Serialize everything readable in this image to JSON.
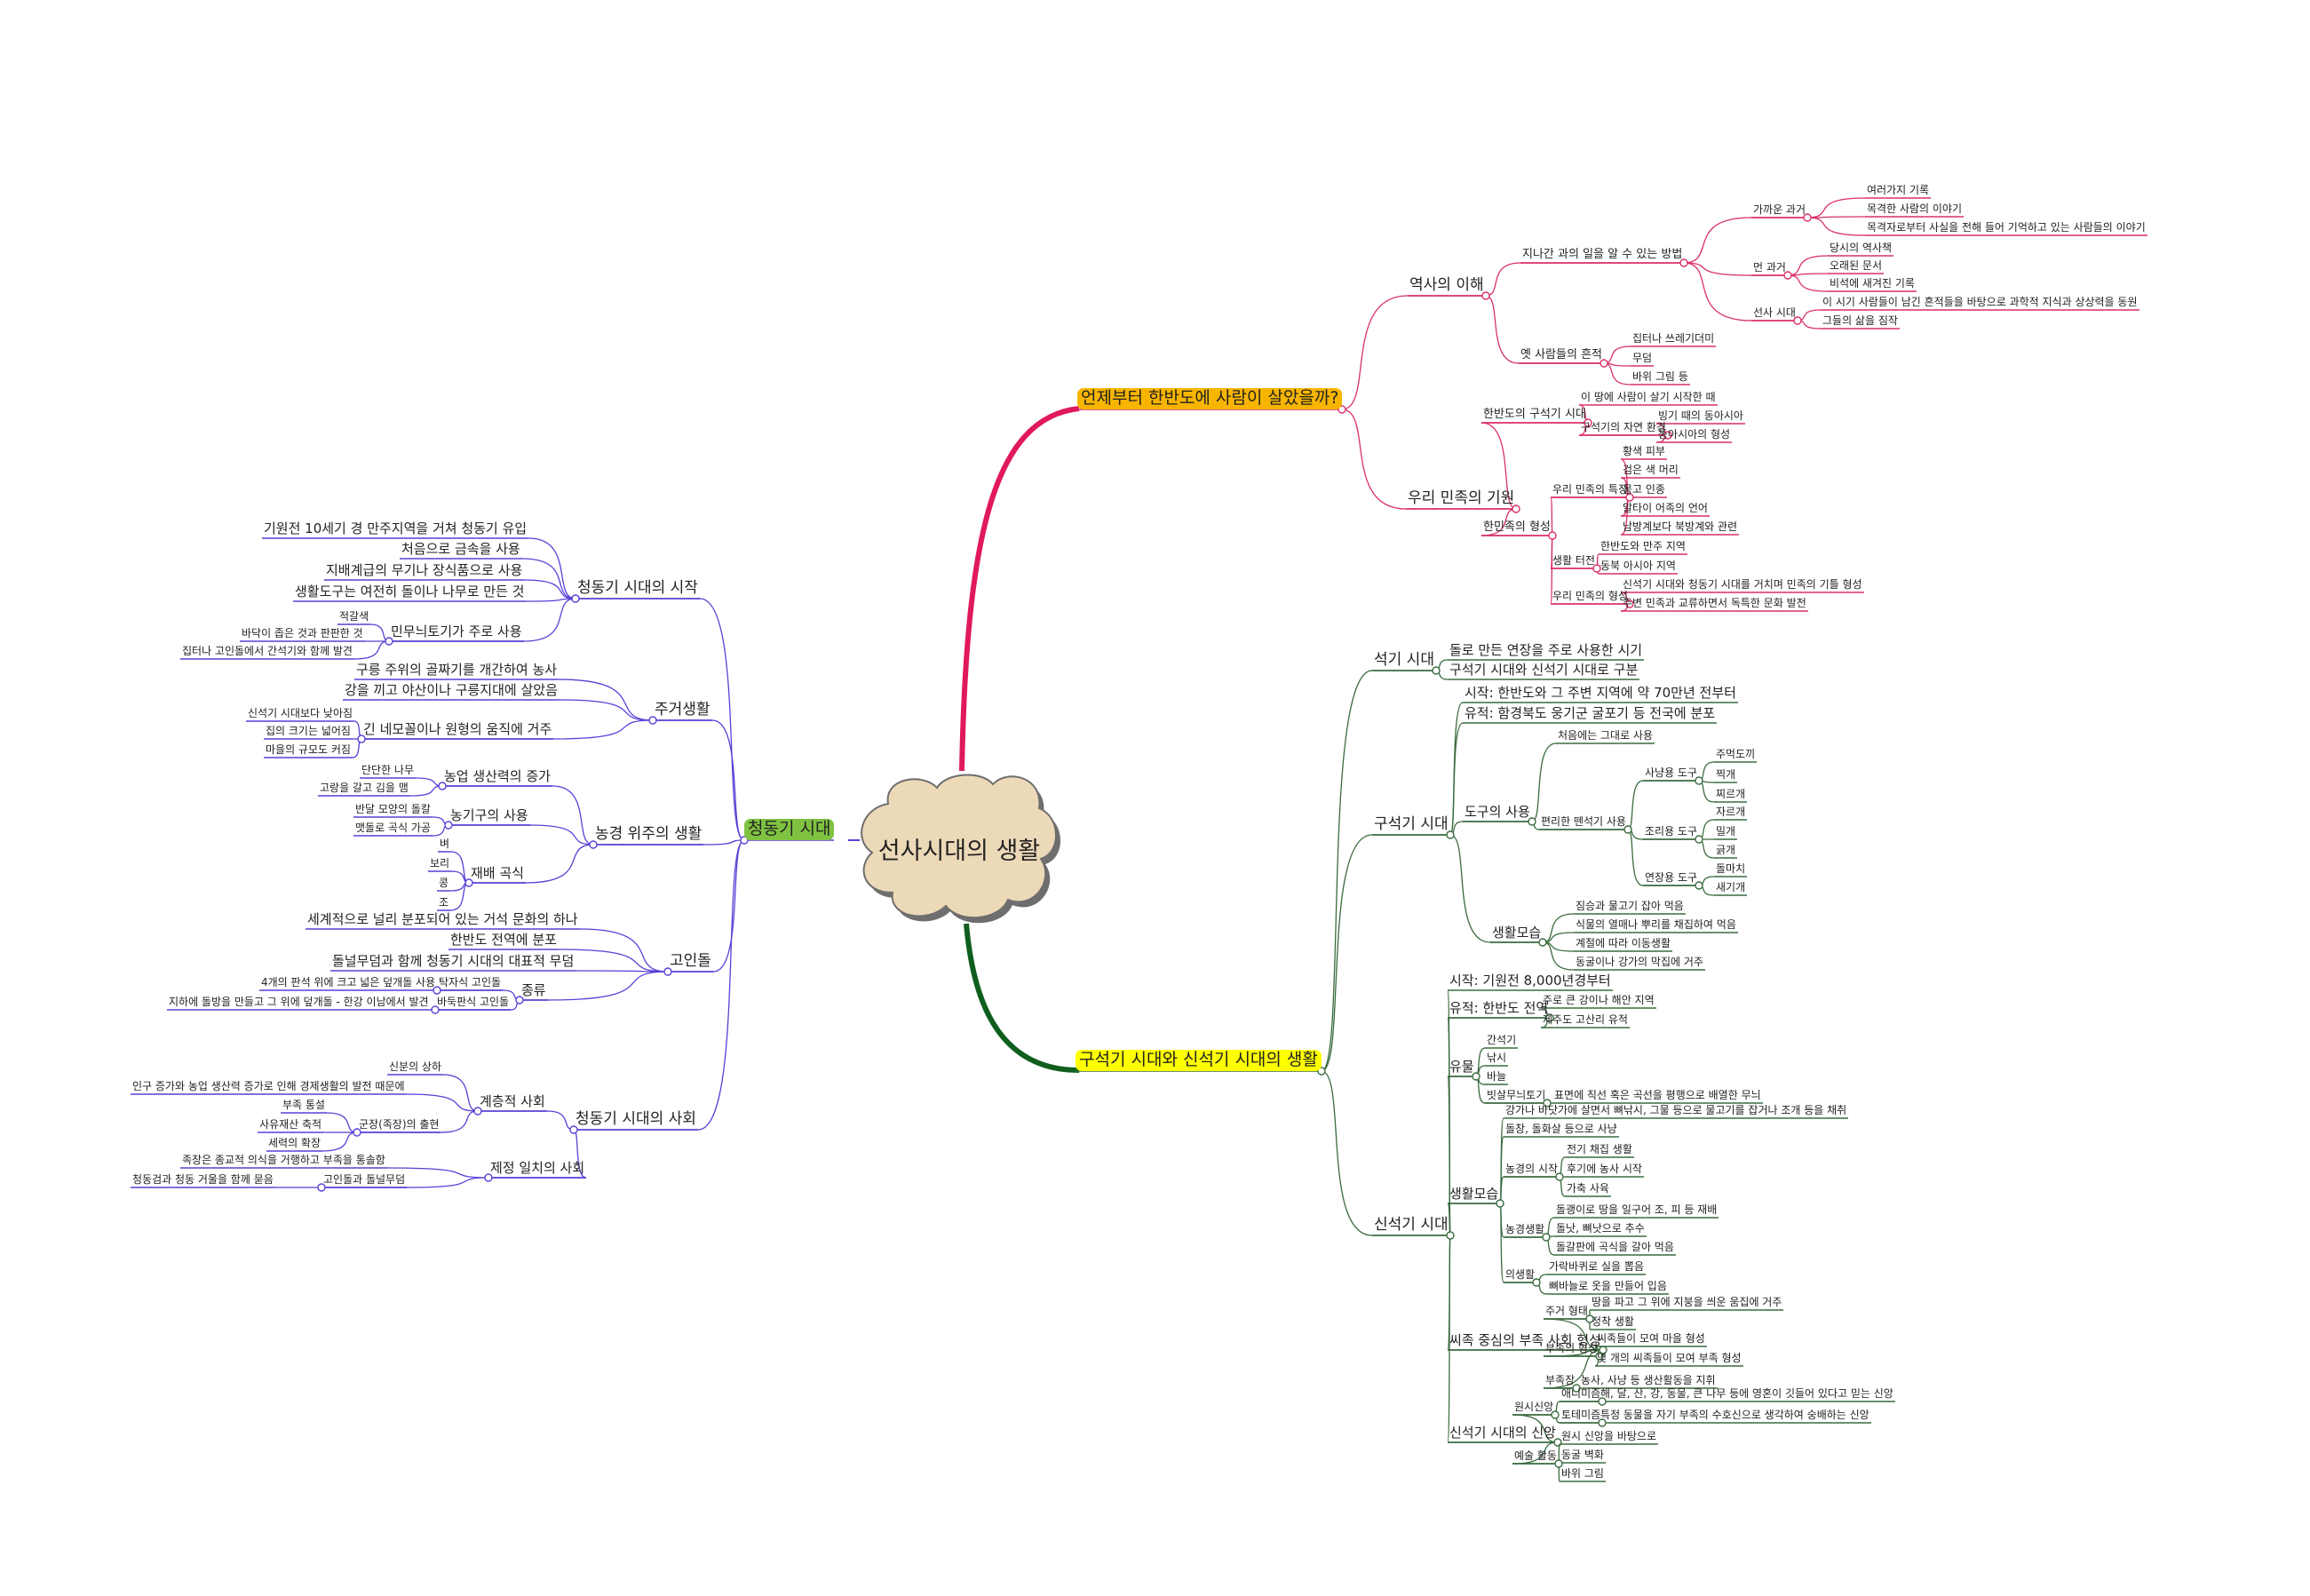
{
  "root": {
    "label": "선사시대의 생활",
    "fill": "#ecd9b8",
    "stroke": "#6e6e6e"
  },
  "colors": {
    "pink": "#e0195a",
    "pink_line": "#d92f6b",
    "green": "#0f5e1e",
    "green_line": "#3a6b3f",
    "purple": "#5a3fd6",
    "orange_badge": "#f7b500",
    "yellow_badge": "#ffff00",
    "green_badge": "#7fc241"
  },
  "branches": {
    "when": {
      "label": "언제부터 한반도에 사람이 살았을까?",
      "children": {
        "history": {
          "label": "역사의 이해",
          "methods": {
            "label": "지나간 과의 일을 알 수 있는 방법",
            "near_past": {
              "label": "가까운 과거",
              "items": [
                "여러가지 기록",
                "목격한 사람의 이야기",
                "목격자로부터 사실을 전해 들어 기억하고 있는 사람들의 이야기"
              ]
            },
            "far_past": {
              "label": "먼 과거",
              "items": [
                "당시의 역사책",
                "오래된 문서",
                "비석에 새겨진 기록"
              ]
            },
            "prehistoric": {
              "label": "선사 시대",
              "items": [
                "이 시기 사람들이 남긴 흔적들을 바탕으로 과학적 지식과 상상력을 동원",
                "그들의 삶을 짐작"
              ]
            }
          },
          "traces": {
            "label": "옛 사람들의 흔적",
            "items": [
              "집터나 쓰레기더미",
              "무덤",
              "바위 그림 등"
            ]
          }
        },
        "origin": {
          "label": "우리 민족의 기원",
          "paleolithic_korea": {
            "label": "한반도의 구석기 시대",
            "when_label": "이 땅에 사람이 살기 시작한 때",
            "environment": {
              "label": "구석기의 자연 환경",
              "items": [
                "빙기 때의 동아시아",
                "동아시아의 형성"
              ]
            }
          },
          "formation": {
            "label": "한민족의 형성",
            "features": {
              "label": "우리 민족의 특징",
              "items": [
                "황색 피부",
                "검은 색 머리",
                "몽고 인종",
                "알타이 어족의 언어",
                "남방계보다 북방계와 관련"
              ]
            },
            "habitat": {
              "label": "생활 터전",
              "items": [
                "한반도와 만주 지역",
                "동북 아시아 지역"
              ]
            },
            "nation": {
              "label": "우리 민족의 형성",
              "items": [
                "신석기 시대와 청동기 시대를 거치며 민족의 기틀 형성",
                "주변 민족과 교류하면서 독특한 문화 발전"
              ]
            }
          }
        }
      }
    },
    "stone": {
      "label": "구석기 시대와 신석기 시대의 생활",
      "stone_age": {
        "label": "석기 시대",
        "items": [
          "돌로 만든 연장을 주로 사용한 시기",
          "구석기 시대와 신석기 시대로 구분"
        ]
      },
      "paleo": {
        "label": "구석기 시대",
        "start": "시작: 한반도와 그 주변 지역에 약 70만년 전부터",
        "sites": "유적: 함경북도 웅기군 굴포기 등 전국에 분포",
        "tools": {
          "label": "도구의 사용",
          "first": "처음에는 그대로 사용",
          "chipped": {
            "label": "편리한 뗀석기 사용",
            "hunting": {
              "label": "사냥용 도구",
              "items": [
                "주먹도끼",
                "찍개",
                "찌르개"
              ]
            },
            "cooking": {
              "label": "조리용 도구",
              "items": [
                "자르개",
                "밀개",
                "긁개"
              ]
            },
            "crafting": {
              "label": "연장용 도구",
              "items": [
                "돌마치",
                "새기개"
              ]
            }
          }
        },
        "life": {
          "label": "생활모습",
          "items": [
            "짐승과 물고기 잡아 먹음",
            "식물의 열매나 뿌리를 채집하여 먹음",
            "계절에 따라 이동생활",
            "동굴이나 강가의 막집에 거주"
          ]
        }
      },
      "neo": {
        "label": "신석기 시대",
        "start": "시작: 기원전 8,000년경부터",
        "sites": {
          "label": "유적: 한반도 전역",
          "items": [
            "주로 큰 강이나 해안 지역",
            "제주도 고산리 유적"
          ]
        },
        "relics": {
          "label": "유물",
          "items": [
            "간석기",
            "낚시",
            "바늘"
          ],
          "pottery": {
            "label": "빗살무늬토기",
            "desc": "표면에 직선 혹은 곡선을 평행으로 배열한 무늬"
          }
        },
        "life": {
          "label": "생활모습",
          "fishing": "강가나 바닷가에 살면서 뼈낚시, 그물 등으로 물고기를 잡거나 조개 등을 채취",
          "hunting": "돌창, 돌화살 등으로 사냥",
          "farming_start": {
            "label": "농경의 시작",
            "items": [
              "전기 채집 생활",
              "후기에 농사 시작",
              "가축 사육"
            ]
          },
          "farming": {
            "label": "농경생활",
            "items": [
              "돌괭이로 땅을 일구어 조, 피 등 재배",
              "돌낫, 뼈낫으로 추수",
              "돌갈판에 곡식을 갈아 먹음"
            ]
          },
          "clothing": {
            "label": "의생활",
            "items": [
              "가락바퀴로 실을 뽑음",
              "뼈바늘로 옷을 만들어 입음"
            ]
          }
        },
        "society": {
          "label": "씨족 중심의 부족 사회 형성",
          "housing": {
            "label": "주거 형태",
            "items": [
              "땅을 파고 그 위에 지붕을 씌운 움집에 거주",
              "정착 생활"
            ]
          },
          "tribe": {
            "label": "부족의 형성",
            "items": [
              "씨족들이 모여 마을 형성",
              "몇 개의 씨족들이 모여 부족 형성"
            ]
          },
          "chief": {
            "label": "부족장",
            "desc": "농사, 사냥 등 생산활동을 지휘"
          }
        },
        "belief": {
          "label": "신석기 시대의 신앙",
          "primitive": {
            "label": "원시신앙",
            "animism": {
              "label": "애니미즘",
              "desc": "해, 달, 산, 강, 동물, 큰 나무 등에 영혼이 깃들어 있다고 믿는 신앙"
            },
            "totemism": {
              "label": "토테미즘",
              "desc": "특정 동물을 자기 부족의 수호신으로 생각하여 숭배하는 신앙"
            }
          },
          "art": {
            "label": "예술 활동",
            "items": [
              "원시 신앙을 바탕으로",
              "동굴 벽화",
              "바위 그림"
            ]
          }
        }
      }
    },
    "bronze": {
      "label": "청동기 시대",
      "start": {
        "label": "청동기 시대의 시작",
        "items": [
          "기원전 10세기 경 만주지역을 거쳐 청동기 유입",
          "처음으로 금속을 사용",
          "지배계급의 무기나 장식품으로 사용",
          "생활도구는 여전히 돌이나 나무로 만든 것"
        ],
        "pottery": {
          "label": "민무늬토기가 주로 사용",
          "items": [
            "적갈색",
            "바닥이 좁은 것과 판판한 것",
            "집터나 고인돌에서 간석기와 함께 발견"
          ]
        }
      },
      "housing": {
        "label": "주거생활",
        "items": [
          "구릉 주위의 골짜기를 개간하여 농사",
          "강을 끼고 야산이나 구릉지대에 살았음"
        ],
        "pit": {
          "label": "긴 네모꼴이나 원형의 움직에 거주",
          "items": [
            "신석기 시대보다 낮아짐",
            "집의 크기는 넓어짐",
            "마을의 규모도 커짐"
          ]
        }
      },
      "farming": {
        "label": "농경 위주의 생활",
        "productivity": {
          "label": "농업 생산력의 증가",
          "items": [
            "단단한 나무",
            "고랑을 갈고 김을 맴"
          ]
        },
        "tools": {
          "label": "농기구의 사용",
          "items": [
            "반달 모양의 돌칼",
            "맷돌로 곡식 가공"
          ]
        },
        "grains": {
          "label": "재배 곡식",
          "items": [
            "벼",
            "보리",
            "콩",
            "조"
          ]
        }
      },
      "dolmen": {
        "label": "고인돌",
        "items": [
          "세계적으로 널리 분포되어 있는 거석 문화의 하나",
          "한반도 전역에 분포",
          "돌널무덤과 함께 청동기 시대의 대표적 무덤"
        ],
        "types": {
          "label": "종류",
          "table": {
            "label": "탁자식 고인돌",
            "desc": "4개의 판석 위에 크고 넓은 덮개돌 사용"
          },
          "baduk": {
            "label": "바둑판식 고인돌",
            "desc": "지하에 돌방을 만들고 그 위에 덮개돌 - 한강 이남에서 발견"
          }
        }
      },
      "society": {
        "label": "청동기 시대의 사회",
        "class": {
          "label": "계층적 사회",
          "items": [
            "신분의 상하",
            "인구 증가와 농업 생산력 증가로 인해 경제생활의 발전 때문에"
          ],
          "chief": {
            "label": "군장(족장)의 출현",
            "items": [
              "부족 통설",
              "사유재산 축적",
              "세력의 확장"
            ]
          }
        },
        "theocracy": {
          "label": "제정 일치의 사회",
          "item": "족장은 종교적 의식을 거행하고 부족을 통솔함",
          "tomb": {
            "label": "고인돌과 돌널무덤",
            "desc": "청동검과 청동 거울을 함께 묻음"
          }
        }
      }
    }
  }
}
